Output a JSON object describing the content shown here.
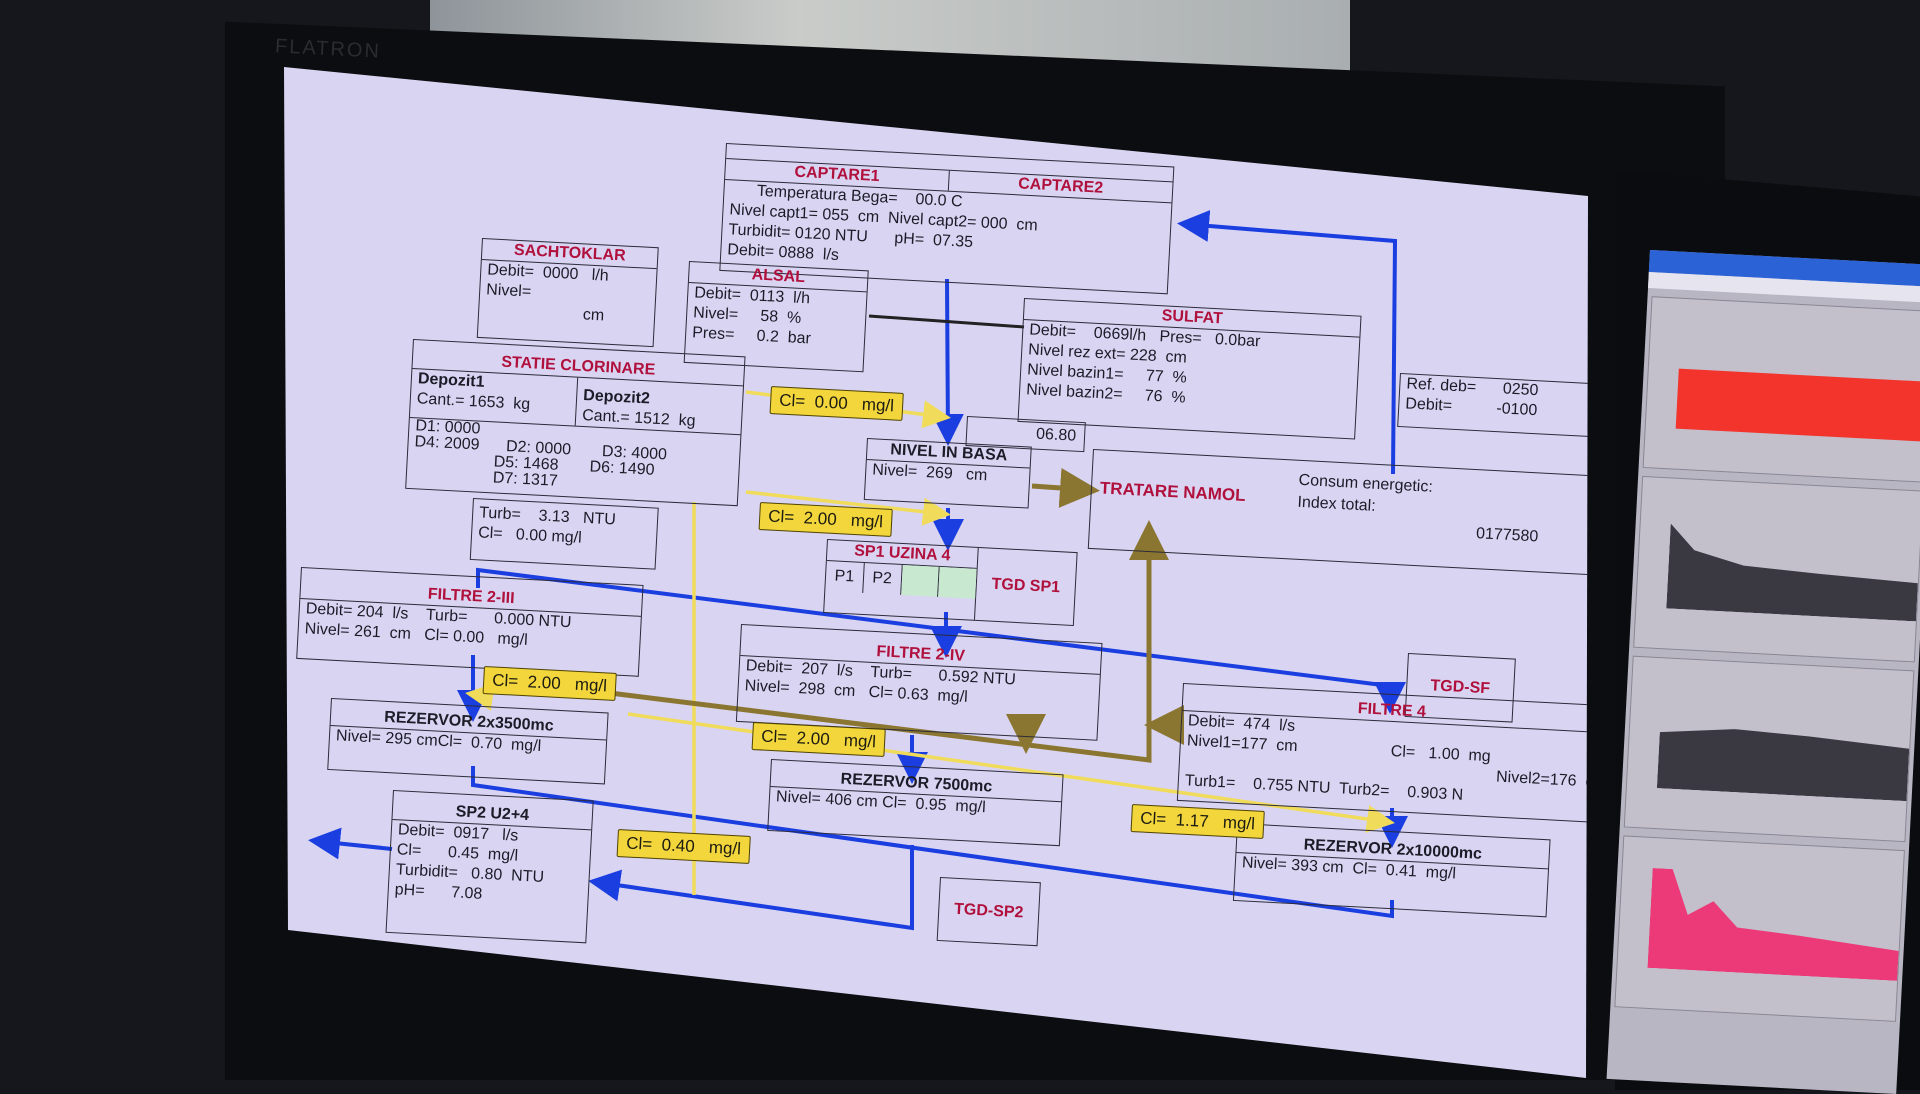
{
  "monitor": {
    "brand": "FLATRON"
  },
  "captare": {
    "title1": "CAPTARE1",
    "title2": "CAPTARE2",
    "lines": [
      "      Temperatura Bega=    00.0 C",
      "Nivel capt1= 055  cm  Nivel capt2= 000  cm",
      "Turbidit= 0120 NTU      pH=  07.35",
      "Debit= 0888  l/s"
    ]
  },
  "sachtoklar": {
    "title": "SACHTOKLAR",
    "lines": [
      "Debit=  0000   l/h",
      "Nivel=",
      "                      cm"
    ]
  },
  "alsal": {
    "title": "ALSAL",
    "lines": [
      "Debit=  0113  l/h",
      "Nivel=     58  %",
      "Pres=     0.2  bar"
    ]
  },
  "sulfat": {
    "title": "SULFAT",
    "lines": [
      "Debit=    0669l/h   Pres=   0.0bar",
      "Nivel rez ext= 228  cm",
      "Nivel bazin1=     77  %",
      "Nivel bazin2=     76  %"
    ]
  },
  "clorinare": {
    "title": "STATIE CLORINARE",
    "dep1": "Depozit1",
    "cant1": "Cant.= 1653  kg",
    "dep2": "Depozit2",
    "cant2": "Cant.= 1512  kg",
    "lines": [
      "D1: 0000",
      "D4: 2009      D2: 0000       D3: 4000",
      "                  D5: 1468       D6: 1490",
      "                  D7: 1317"
    ]
  },
  "value_0680": "06.80",
  "nivel_basa": {
    "title": "NIVEL IN BASA",
    "line": "Nivel=  269   cm"
  },
  "ref": {
    "lines": [
      "Ref. deb=      0250",
      "Debit=          -0100"
    ]
  },
  "tratare": {
    "title": "TRATARE NAMOL",
    "l1": "Consum energetic:",
    "l2": "Index total:",
    "value": "0177580"
  },
  "turb_box": {
    "lines": [
      "Turb=    3.13   NTU",
      "Cl=   0.00 mg/l"
    ]
  },
  "sp1": {
    "title": "SP1 UZINA 4",
    "p1": "P1",
    "p2": "P2",
    "tgd": "TGD SP1",
    "pump_color": "#7fd98a"
  },
  "filtre2iii": {
    "title": "FILTRE 2-III",
    "lines": [
      "Debit= 204  l/s    Turb=      0.000 NTU",
      "Nivel= 261  cm   Cl= 0.00   mg/l"
    ]
  },
  "filtre2iv": {
    "title": "FILTRE 2-IV",
    "lines": [
      "Debit=  207  l/s    Turb=      0.592 NTU",
      "Nivel=  298  cm   Cl= 0.63  mg/l"
    ]
  },
  "tgd_sf": "TGD-SF",
  "filtre4": {
    "title": "FILTRE 4",
    "lines": [
      "Debit=  474  l/s",
      "Nivel1=177  cm                     Cl=   1.00  mg",
      "Turb1=    0.755 NTU  Turb2=    0.903 N"
    ],
    "nivel2": "Nivel2=176  c"
  },
  "rez3500": {
    "title": "REZERVOR 2x3500mc",
    "line": "Nivel= 295 cmCl=  0.70  mg/l"
  },
  "rez7500": {
    "title": "REZERVOR 7500mc",
    "line": "Nivel= 406 cm Cl=  0.95  mg/l"
  },
  "rez10000": {
    "title": "REZERVOR 2x10000mc",
    "line": "Nivel= 393 cm  Cl=  0.41  mg/l"
  },
  "sp2": {
    "title": "SP2 U2+4",
    "lines": [
      "Debit=  0917   l/s",
      "Cl=      0.45  mg/l",
      "Turbidit=   0.80  NTU",
      "pH=      7.08"
    ]
  },
  "tgd_sp2": "TGD-SP2",
  "chlorine_labels": [
    "Cl=  0.00   mg/l",
    "Cl=  2.00   mg/l",
    "Cl=  2.00   mg/l",
    "Cl=  2.00   mg/l",
    "Cl=  1.17   mg/l",
    "Cl=  0.40   mg/l"
  ],
  "colors": {
    "water": "#1a3ee0",
    "chlorine": "#f0dc5a",
    "sludge": "#8a7630",
    "title": "#b0103c"
  },
  "side_monitor": {
    "charts": [
      {
        "color": "#f2342c"
      },
      {
        "color": "#3a3840"
      },
      {
        "color": "#3a3840"
      },
      {
        "color": "#ec3a78"
      }
    ]
  }
}
